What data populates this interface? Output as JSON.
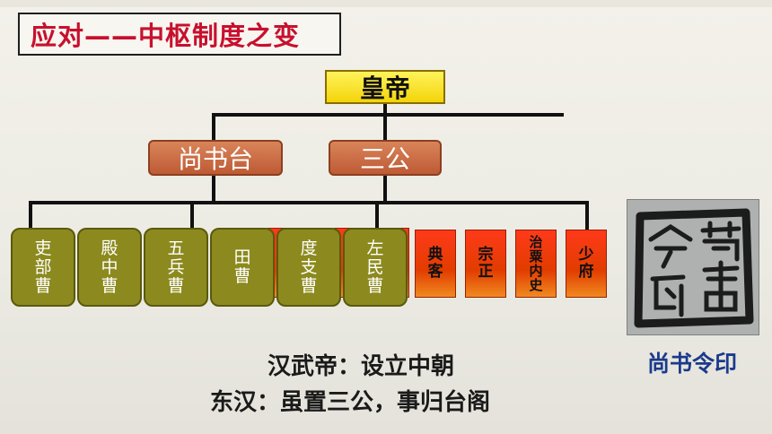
{
  "title": "应对——中枢制度之变",
  "emperor": "皇帝",
  "mid_nodes": {
    "shangshutai": "尚书台",
    "sangong": "三公"
  },
  "cao_nodes": [
    "吏部曹",
    "殿中曹",
    "五兵曹",
    "田　曹",
    "度支曹",
    "左民曹"
  ],
  "minister_nodes": [
    "典客",
    "宗正",
    "治粟内史",
    "少府"
  ],
  "seal": {
    "glyphs": "尚書令印",
    "caption": "尚书令印"
  },
  "captions": {
    "line1": "汉武帝：设立中朝",
    "line2": "东汉：虽置三公，事归台阁"
  },
  "colors": {
    "title_red": "#c8102e",
    "emperor_yellow": "#f3d40a",
    "olive": "#8c8a1e",
    "orange_red": "#e23c00",
    "seal_blue": "#1b3a8c"
  }
}
